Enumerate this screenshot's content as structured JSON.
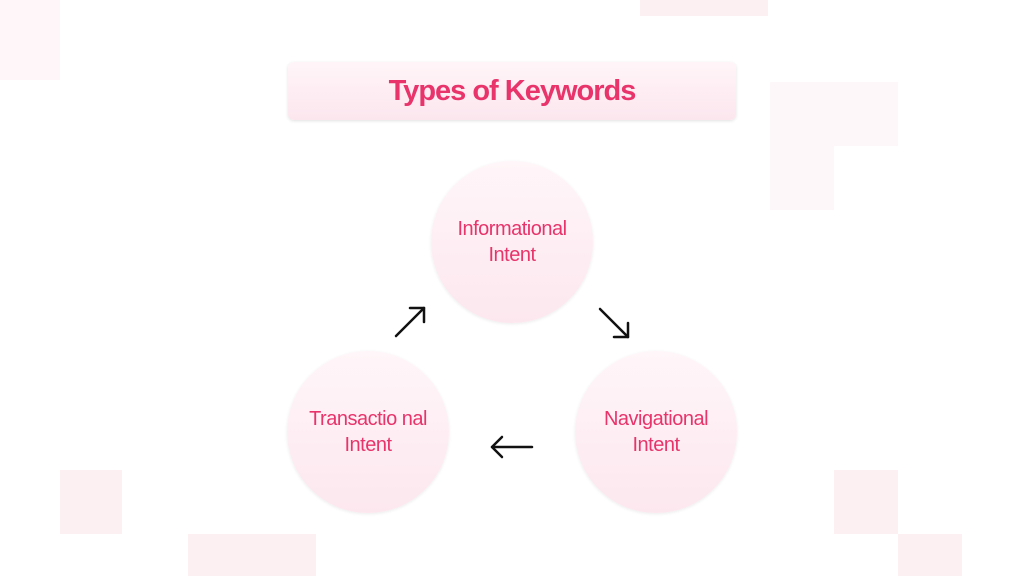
{
  "title": "Types of Keywords",
  "nodes": {
    "informational": "Informational Intent",
    "navigational": "Navigational Intent",
    "transactional": "Transactio nal Intent"
  },
  "colors": {
    "accent": "#e8336b",
    "fill": "#fce7ee"
  }
}
